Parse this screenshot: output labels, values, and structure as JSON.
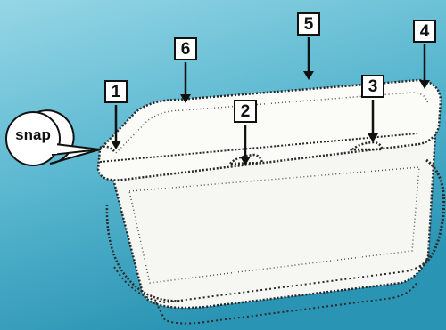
{
  "background": {
    "gradient_top": "#8ed2e2",
    "gradient_bottom": "#2a9ab8"
  },
  "callout": {
    "text": "snap"
  },
  "labels": [
    {
      "number": "1"
    },
    {
      "number": "2"
    },
    {
      "number": "3"
    },
    {
      "number": "4"
    },
    {
      "number": "5"
    },
    {
      "number": "6"
    }
  ],
  "colors": {
    "outline": "#111111",
    "bucket_fill": "#f6f6f2",
    "bubble_fill": "#ffffff"
  }
}
